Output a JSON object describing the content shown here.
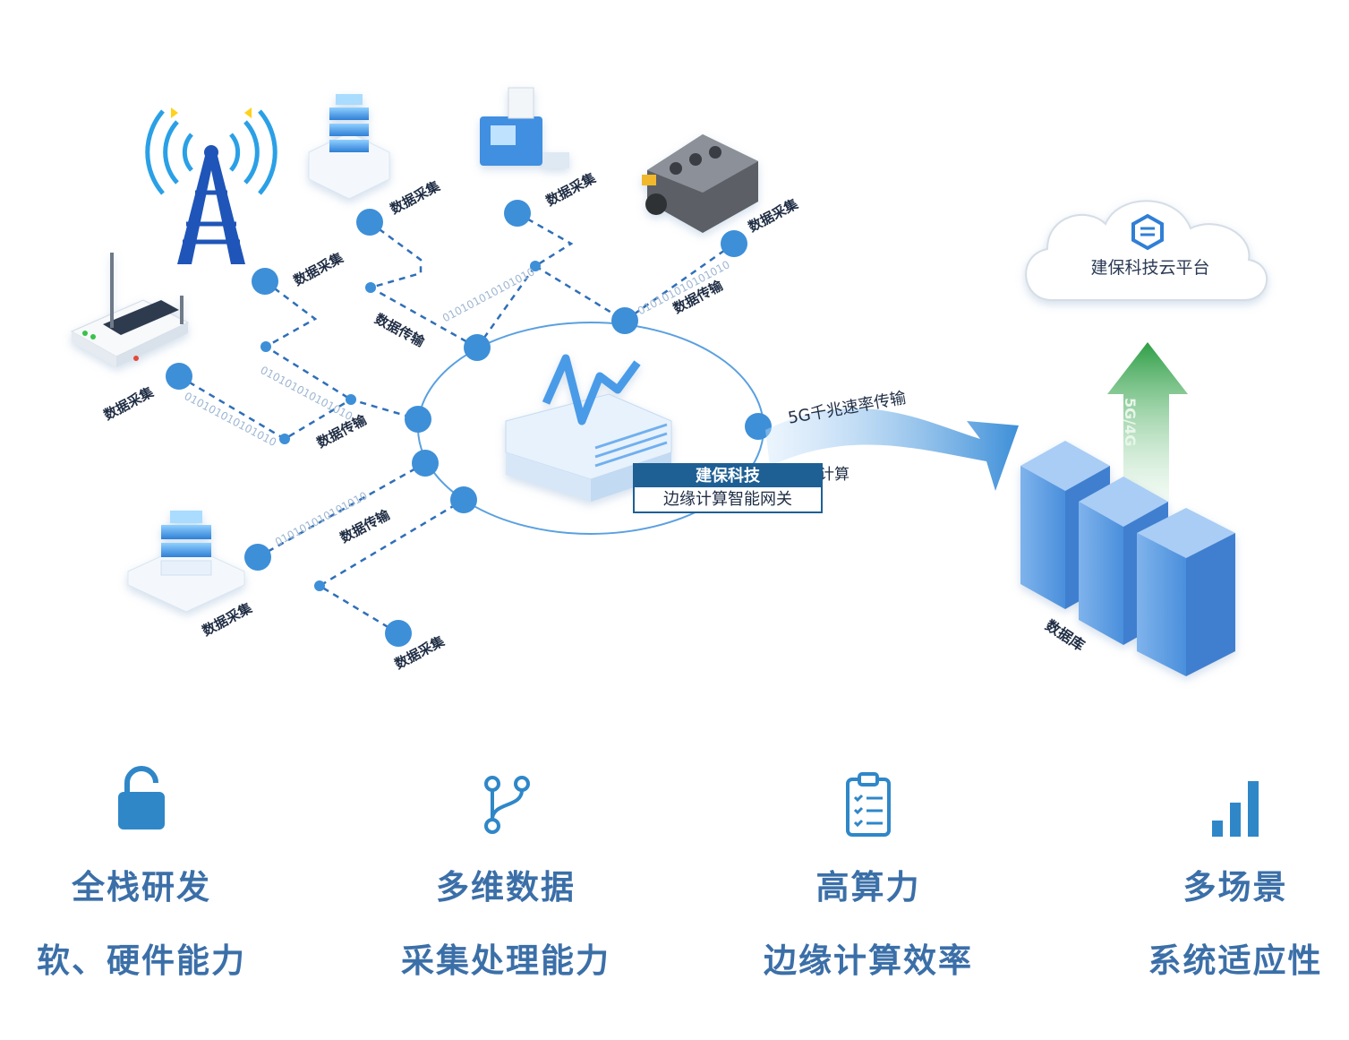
{
  "diagram": {
    "collect_label": "数据采集",
    "transfer_label": "数据传输",
    "binary_text": "010101010101010",
    "gateway": {
      "title": "建保科技",
      "subtitle": "边缘计算智能网关"
    },
    "cloud": {
      "label": "建保科技云平台"
    },
    "link_5g_label": "5G千兆速率传输",
    "edge_calc_label": "计算",
    "uplink_label": "5G/4G",
    "database_label": "数据库",
    "colors": {
      "accent": "#3d8fd8",
      "node": "#3d8fd8",
      "arrow_up": "#2e9e45",
      "title_blue": "#3b6fa8",
      "gateway_blue": "#1e5f94"
    }
  },
  "features": [
    {
      "icon": "lock-icon",
      "title": "全栈研发",
      "subtitle": "软、硬件能力"
    },
    {
      "icon": "git-branch-icon",
      "title": "多维数据",
      "subtitle": "采集处理能力"
    },
    {
      "icon": "clipboard-checklist-icon",
      "title": "高算力",
      "subtitle": "边缘计算效率"
    },
    {
      "icon": "bar-chart-icon",
      "title": "多场景",
      "subtitle": "系统适应性"
    }
  ]
}
